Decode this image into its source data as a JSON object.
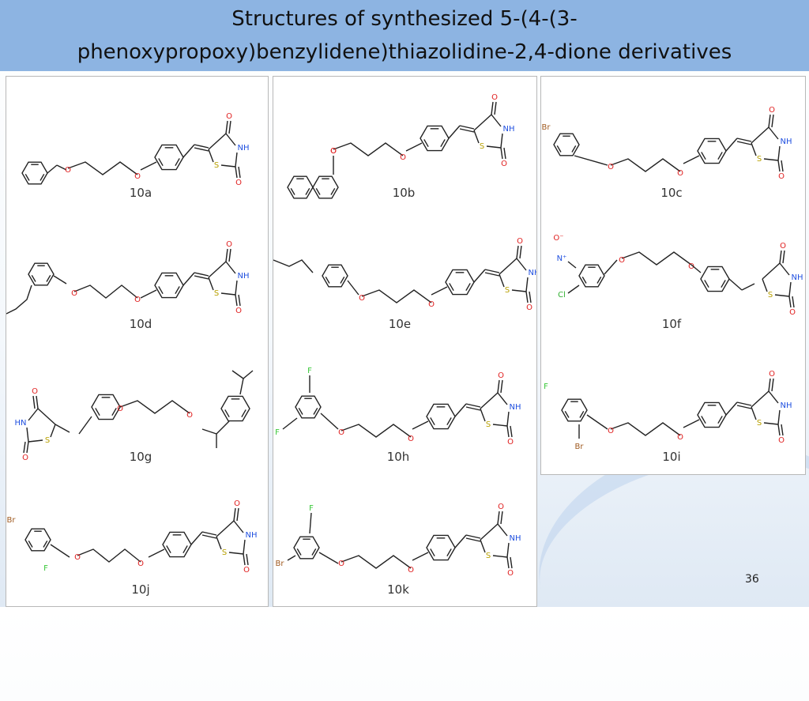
{
  "title": "Structures of synthesized 5-(4-(3-phenoxypropoxy)benzylidene)thiazolidine-2,4-dione derivatives",
  "page_number": "36",
  "compounds": [
    {
      "id": "10a",
      "label": "10a"
    },
    {
      "id": "10b",
      "label": "10b"
    },
    {
      "id": "10c",
      "label": "10c"
    },
    {
      "id": "10d",
      "label": "10d"
    },
    {
      "id": "10e",
      "label": "10e"
    },
    {
      "id": "10f",
      "label": "10f"
    },
    {
      "id": "10g",
      "label": "10g"
    },
    {
      "id": "10h",
      "label": "10h"
    },
    {
      "id": "10i",
      "label": "10i"
    },
    {
      "id": "10j",
      "label": "10j"
    },
    {
      "id": "10k",
      "label": "10k"
    }
  ],
  "atom_labels": {
    "o": "O",
    "nh": "NH",
    "hn": "HN",
    "s": "S",
    "br": "Br",
    "f": "F",
    "cl": "Cl",
    "nplus": "N⁺",
    "ominus": "O⁻"
  },
  "colors": {
    "title_bar": "#8db4e2",
    "oxygen": "#e02020",
    "nitrogen": "#2050e0",
    "sulfur": "#b8a000",
    "bromine": "#a05a20",
    "fluorine": "#38c838",
    "chlorine": "#30b030"
  }
}
